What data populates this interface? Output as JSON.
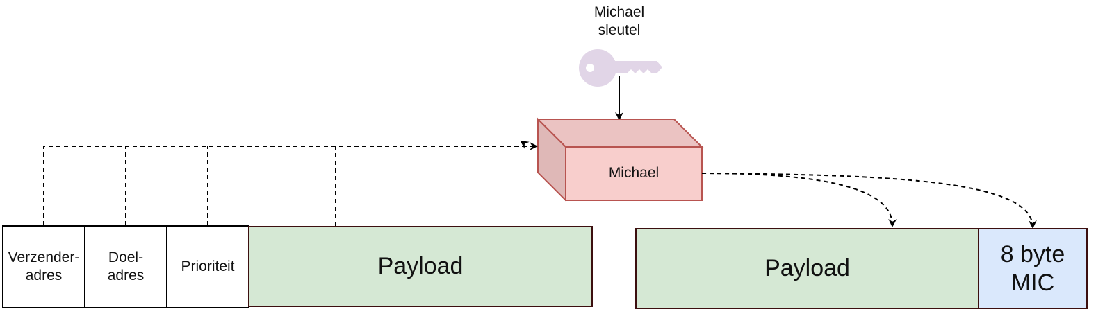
{
  "key": {
    "label_line1": "Michael",
    "label_line2": "sleutel",
    "icon": "key-icon",
    "color": "#E1D5E7"
  },
  "michael_block": {
    "label": "Michael",
    "fill": "#F8CECC",
    "stroke": "#B85450"
  },
  "input_frame": {
    "fields": [
      {
        "line1": "Verzender-",
        "line2": "adres"
      },
      {
        "line1": "Doel-",
        "line2": "adres"
      },
      {
        "line1": "Prioriteit",
        "line2": ""
      }
    ],
    "payload": {
      "label": "Payload",
      "fill": "#D5E8D4"
    }
  },
  "output_frame": {
    "payload": {
      "label": "Payload",
      "fill": "#D5E8D4"
    },
    "mic": {
      "line1": "8 byte",
      "line2": "MIC",
      "fill": "#DAE8FC"
    }
  }
}
